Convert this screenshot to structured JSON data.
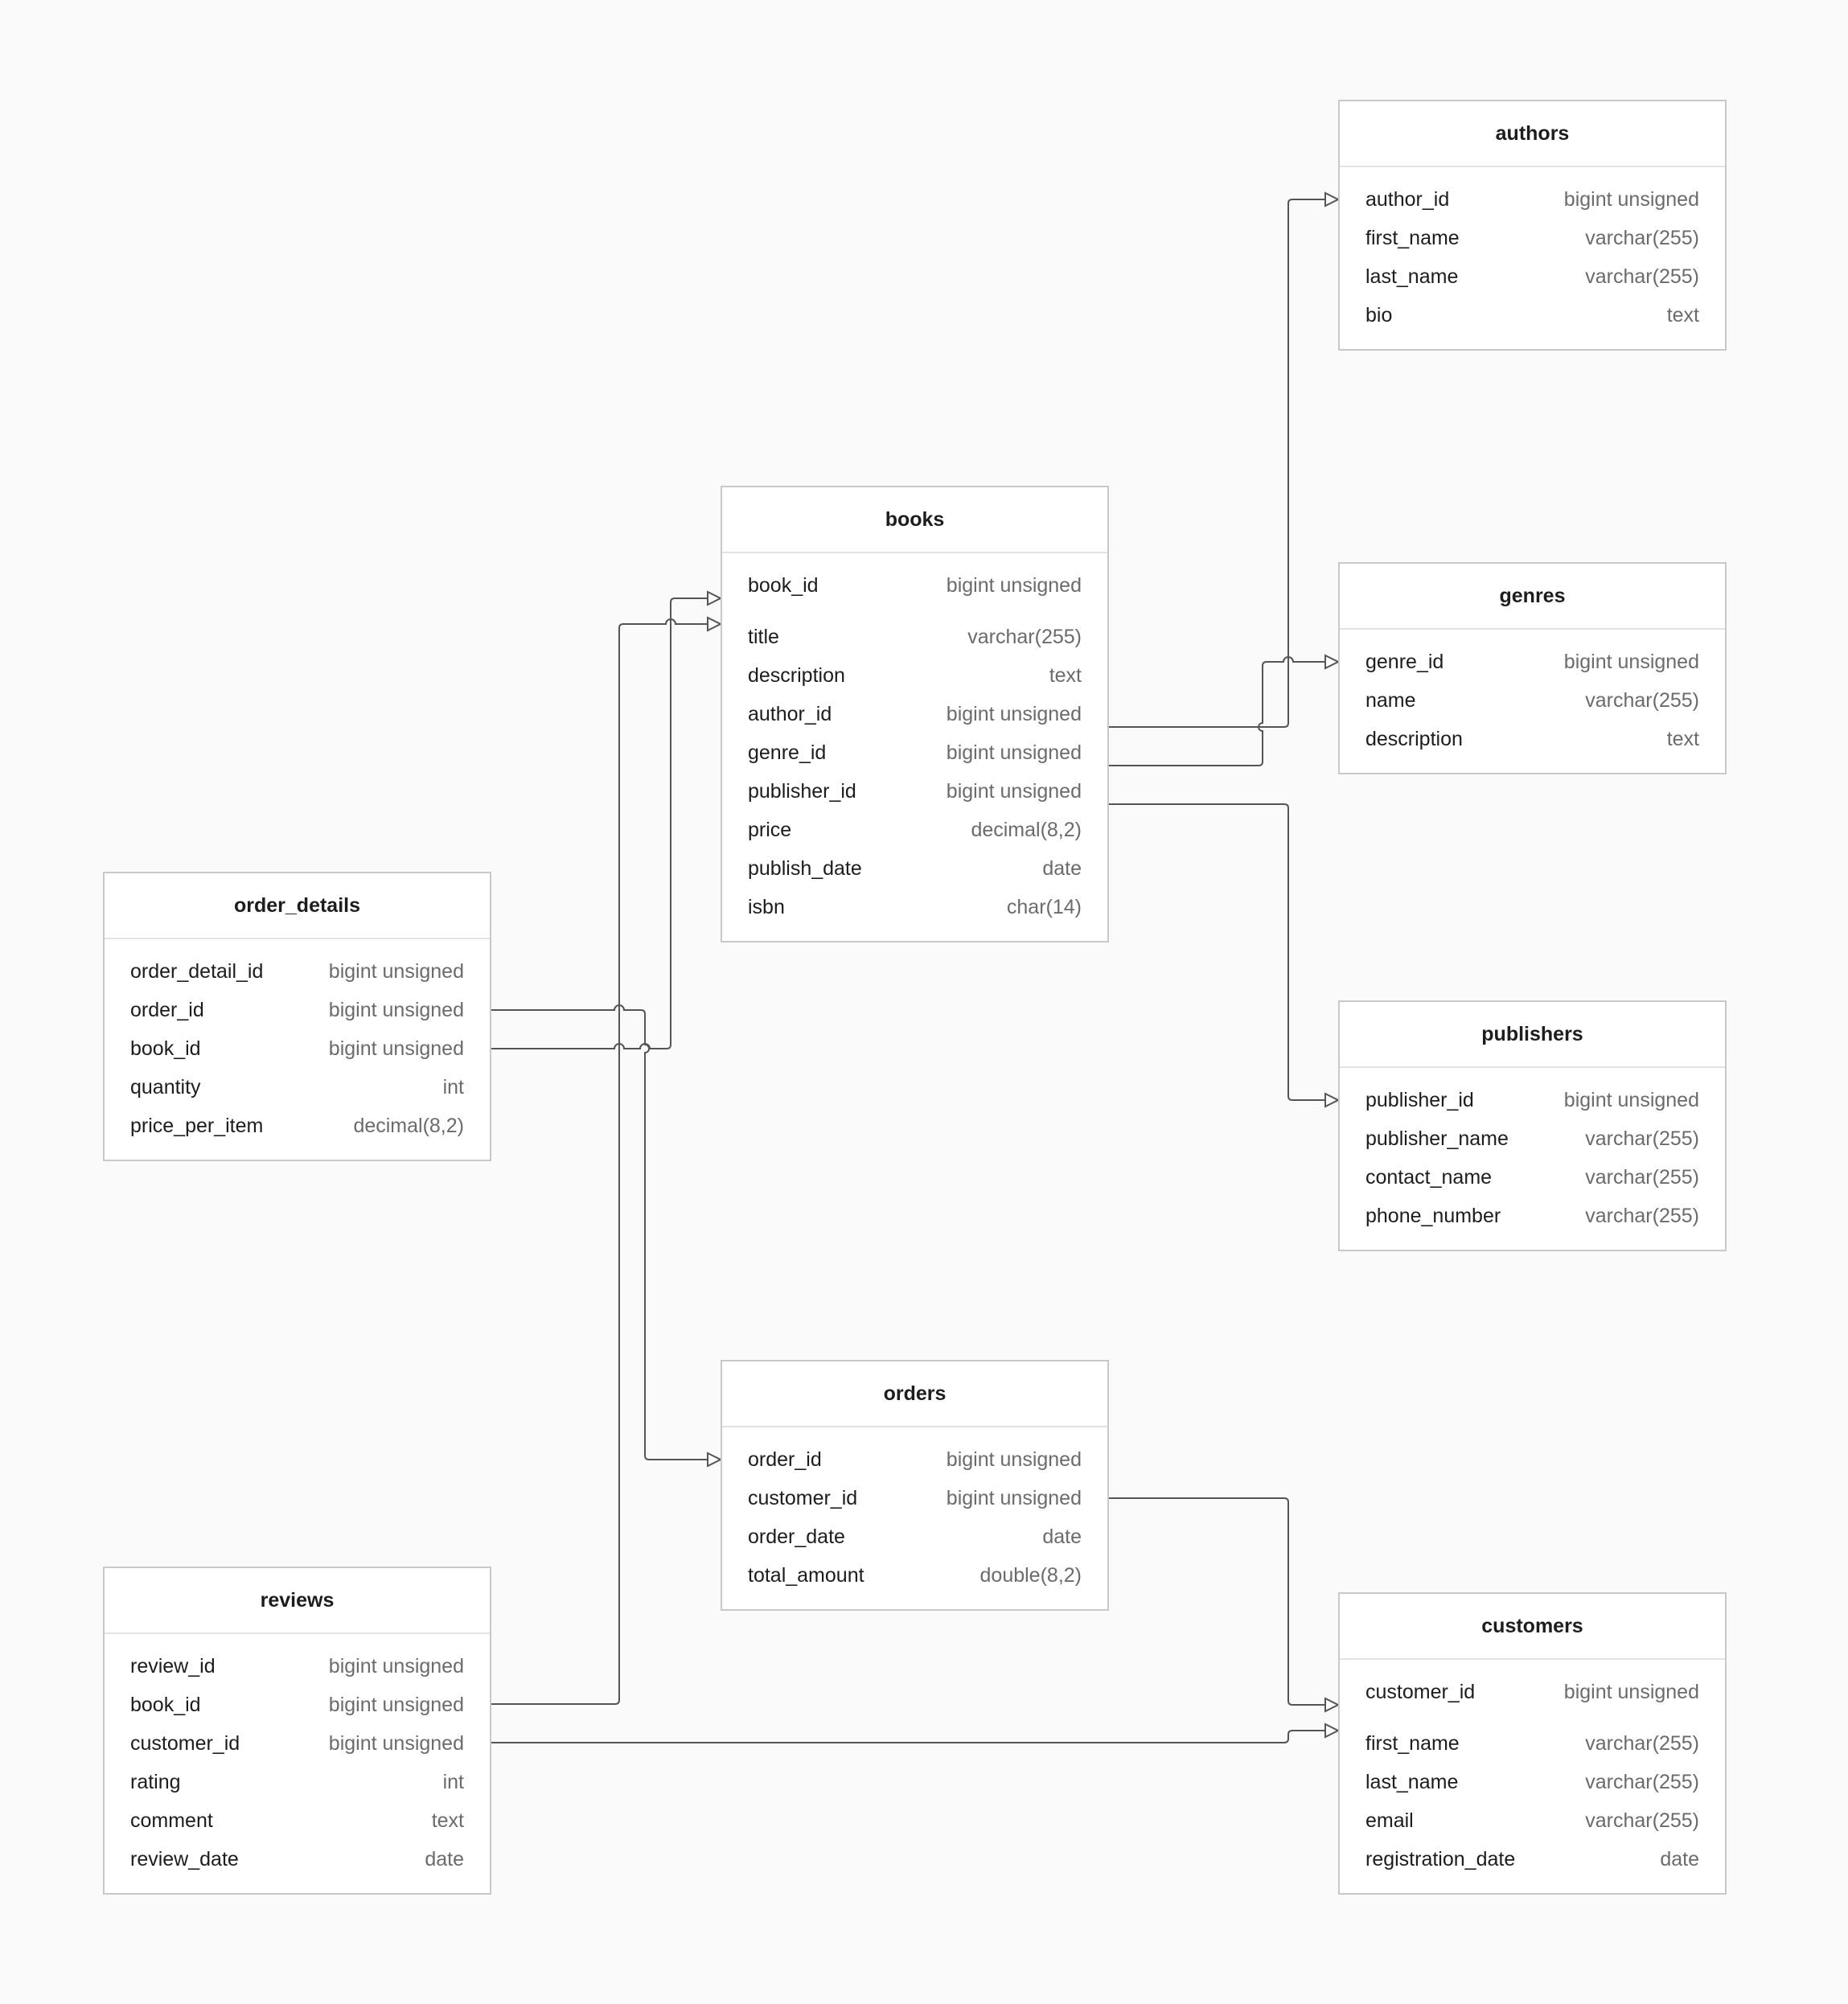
{
  "tables": [
    {
      "id": "authors",
      "title": "authors",
      "fields": [
        {
          "name": "author_id",
          "type": "bigint unsigned"
        },
        {
          "name": "first_name",
          "type": "varchar(255)"
        },
        {
          "name": "last_name",
          "type": "varchar(255)"
        },
        {
          "name": "bio",
          "type": "text"
        }
      ]
    },
    {
      "id": "genres",
      "title": "genres",
      "fields": [
        {
          "name": "genre_id",
          "type": "bigint unsigned"
        },
        {
          "name": "name",
          "type": "varchar(255)"
        },
        {
          "name": "description",
          "type": "text"
        }
      ]
    },
    {
      "id": "books",
      "title": "books",
      "fields": [
        {
          "name": "book_id",
          "type": "bigint unsigned"
        },
        {
          "name": "title",
          "type": "varchar(255)"
        },
        {
          "name": "description",
          "type": "text"
        },
        {
          "name": "author_id",
          "type": "bigint unsigned"
        },
        {
          "name": "genre_id",
          "type": "bigint unsigned"
        },
        {
          "name": "publisher_id",
          "type": "bigint unsigned"
        },
        {
          "name": "price",
          "type": "decimal(8,2)"
        },
        {
          "name": "publish_date",
          "type": "date"
        },
        {
          "name": "isbn",
          "type": "char(14)"
        }
      ]
    },
    {
      "id": "order_details",
      "title": "order_details",
      "fields": [
        {
          "name": "order_detail_id",
          "type": "bigint unsigned"
        },
        {
          "name": "order_id",
          "type": "bigint unsigned"
        },
        {
          "name": "book_id",
          "type": "bigint unsigned"
        },
        {
          "name": "quantity",
          "type": "int"
        },
        {
          "name": "price_per_item",
          "type": "decimal(8,2)"
        }
      ]
    },
    {
      "id": "publishers",
      "title": "publishers",
      "fields": [
        {
          "name": "publisher_id",
          "type": "bigint unsigned"
        },
        {
          "name": "publisher_name",
          "type": "varchar(255)"
        },
        {
          "name": "contact_name",
          "type": "varchar(255)"
        },
        {
          "name": "phone_number",
          "type": "varchar(255)"
        }
      ]
    },
    {
      "id": "orders",
      "title": "orders",
      "fields": [
        {
          "name": "order_id",
          "type": "bigint unsigned"
        },
        {
          "name": "customer_id",
          "type": "bigint unsigned"
        },
        {
          "name": "order_date",
          "type": "date"
        },
        {
          "name": "total_amount",
          "type": "double(8,2)"
        }
      ]
    },
    {
      "id": "reviews",
      "title": "reviews",
      "fields": [
        {
          "name": "review_id",
          "type": "bigint unsigned"
        },
        {
          "name": "book_id",
          "type": "bigint unsigned"
        },
        {
          "name": "customer_id",
          "type": "bigint unsigned"
        },
        {
          "name": "rating",
          "type": "int"
        },
        {
          "name": "comment",
          "type": "text"
        },
        {
          "name": "review_date",
          "type": "date"
        }
      ]
    },
    {
      "id": "customers",
      "title": "customers",
      "fields": [
        {
          "name": "customer_id",
          "type": "bigint unsigned"
        },
        {
          "name": "first_name",
          "type": "varchar(255)"
        },
        {
          "name": "last_name",
          "type": "varchar(255)"
        },
        {
          "name": "email",
          "type": "varchar(255)"
        },
        {
          "name": "registration_date",
          "type": "date"
        }
      ]
    }
  ],
  "relationships": [
    {
      "from": "books.author_id",
      "to": "authors.author_id"
    },
    {
      "from": "books.genre_id",
      "to": "genres.genre_id"
    },
    {
      "from": "books.publisher_id",
      "to": "publishers.publisher_id"
    },
    {
      "from": "order_details.order_id",
      "to": "orders.order_id"
    },
    {
      "from": "order_details.book_id",
      "to": "books.book_id"
    },
    {
      "from": "reviews.book_id",
      "to": "books.book_id"
    },
    {
      "from": "orders.customer_id",
      "to": "customers.customer_id"
    },
    {
      "from": "reviews.customer_id",
      "to": "customers.customer_id"
    }
  ],
  "colors": {
    "background": "#fafafa",
    "border": "#c8c8c8",
    "line": "#555555",
    "type_text": "#6b6b6b"
  }
}
